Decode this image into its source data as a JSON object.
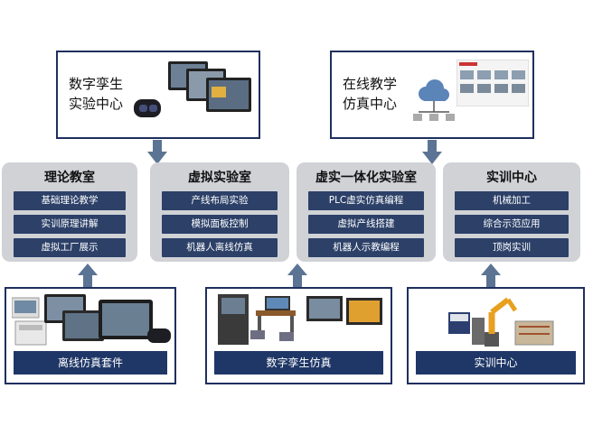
{
  "top_boxes": [
    {
      "line1": "数字孪生",
      "line2": "实验中心"
    },
    {
      "line1": "在线教学",
      "line2": "仿真中心"
    }
  ],
  "labs": [
    {
      "title": "理论教室",
      "items": [
        "基础理论教学",
        "实训原理讲解",
        "虚拟工厂展示"
      ]
    },
    {
      "title": "虚拟实验室",
      "items": [
        "产线布局实验",
        "模拟面板控制",
        "机器人离线仿真"
      ]
    },
    {
      "title": "虚实一体化实验室",
      "items": [
        "PLC虚实仿真编程",
        "虚拟产线搭建",
        "机器人示教编程"
      ]
    },
    {
      "title": "实训中心",
      "items": [
        "机械加工",
        "综合示范应用",
        "顶岗实训"
      ]
    }
  ],
  "bottom_boxes": [
    {
      "label": "离线仿真套件"
    },
    {
      "label": "数字孪生仿真"
    },
    {
      "label": "实训中心"
    }
  ],
  "colors": {
    "navy": "#1f2f5e",
    "item_bg": "#2c4068",
    "panel_bg": "#d0d2d6",
    "arrow": "#5b7493"
  }
}
